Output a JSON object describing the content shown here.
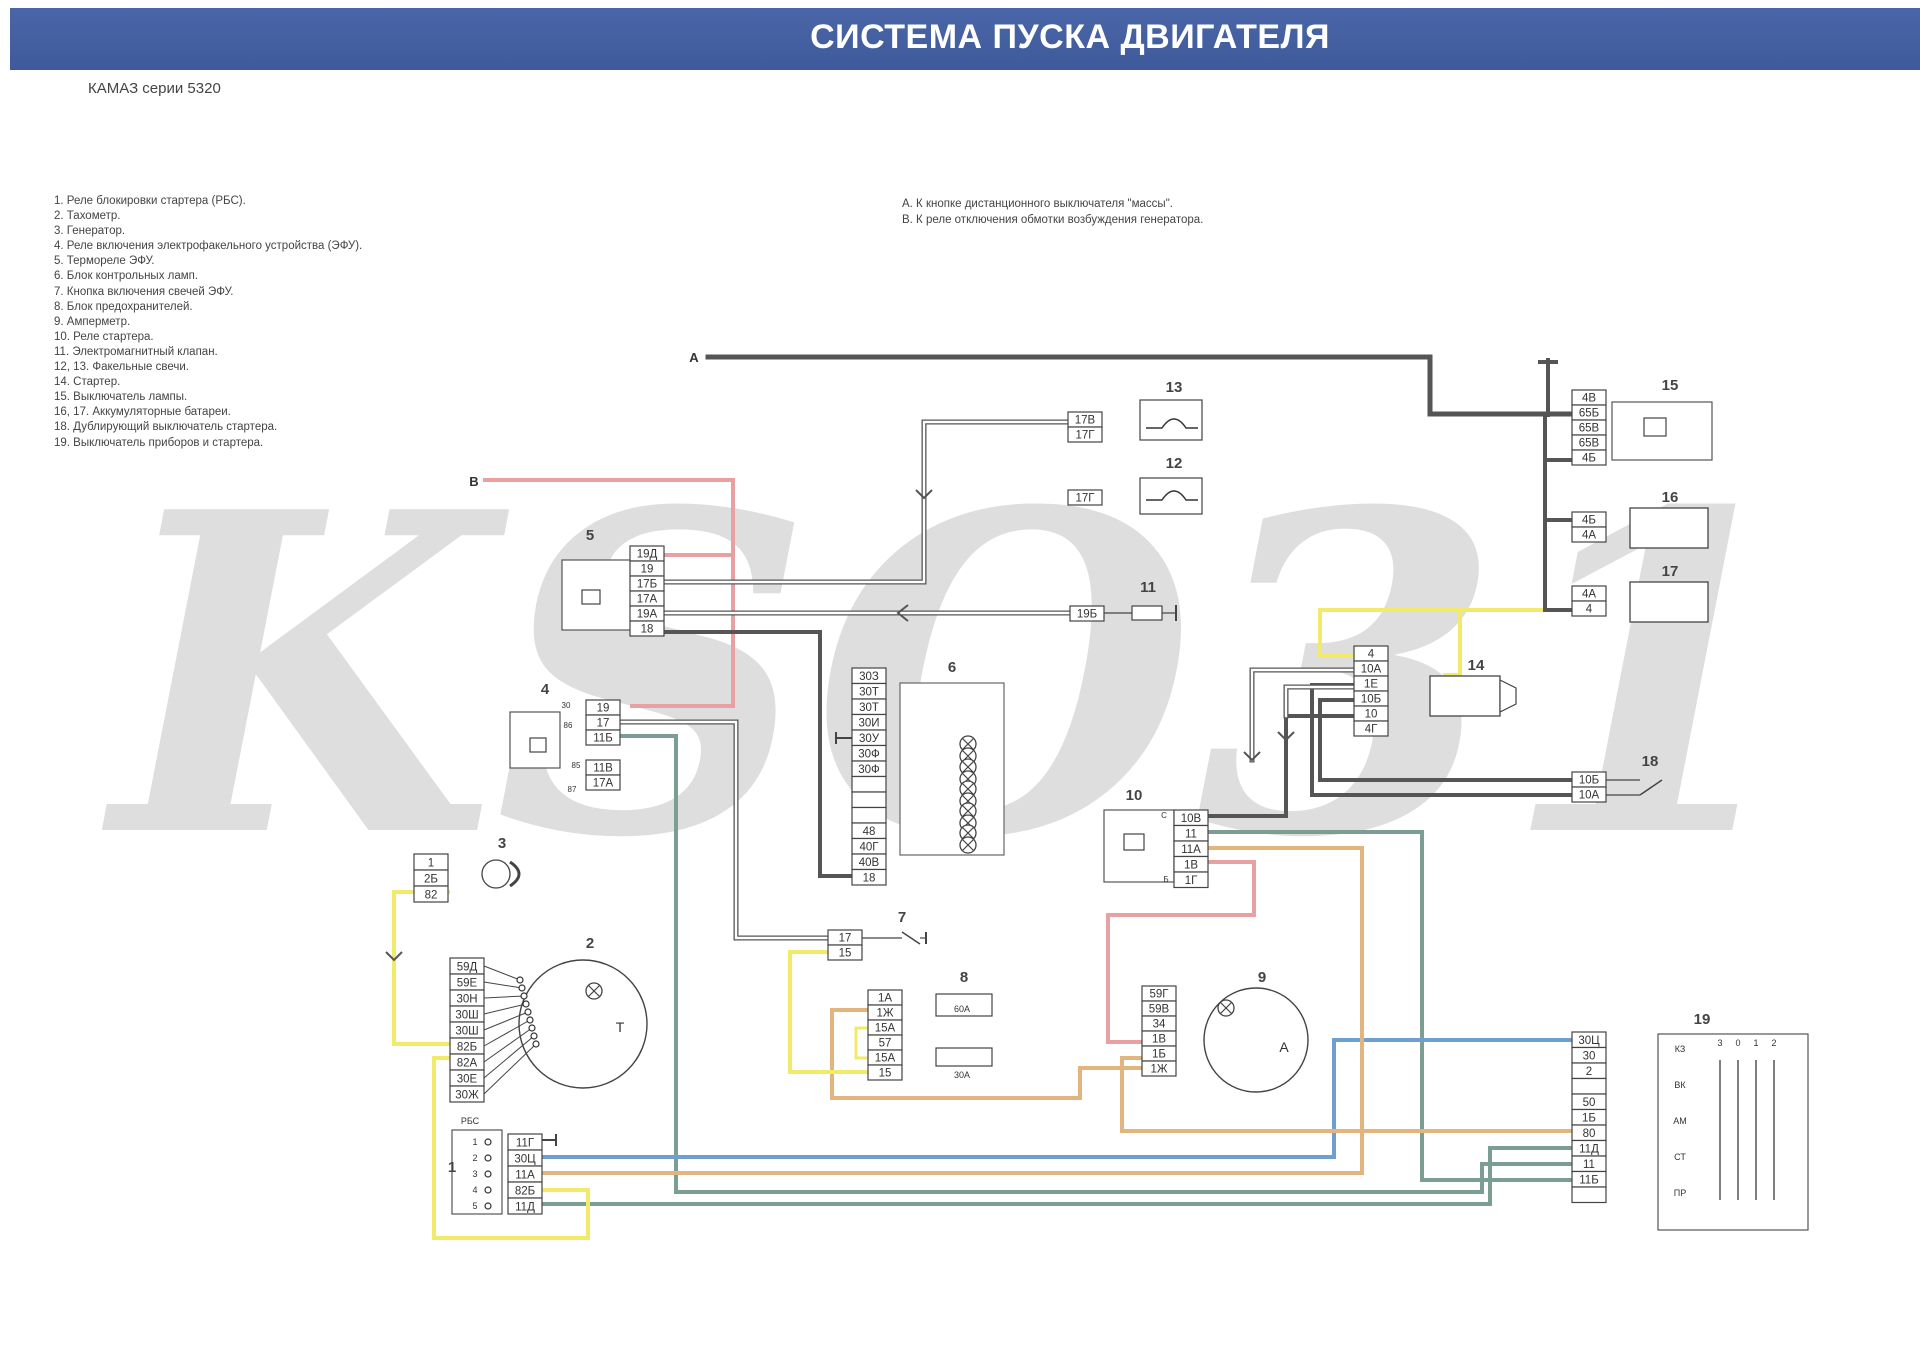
{
  "header": {
    "title": "СИСТЕМА ПУСКА ДВИГАТЕЛЯ"
  },
  "subtitle": "КАМАЗ серии 5320",
  "legend": [
    "1. Реле блокировки стартера (РБС).",
    "2. Тахометр.",
    "3. Генератор.",
    "4. Реле включения электрофакельного устройства (ЭФУ).",
    "5. Термореле ЭФУ.",
    "6. Блок контрольных ламп.",
    "7. Кнопка включения свечей ЭФУ.",
    "8. Блок предохранителей.",
    "9. Амперметр.",
    "10. Реле стартера.",
    "11. Электромагнитный клапан.",
    "12, 13. Факельные свечи.",
    "14. Стартер.",
    "15. Выключатель лампы.",
    "16, 17. Аккумуляторные батареи.",
    "18. Дублирующий выключатель стартера.",
    "19. Выключатель приборов и стартера."
  ],
  "notes": [
    "А. К кнопке дистанционного выключателя \"массы\".",
    "В. К реле отключения обмотки возбуждения генератора."
  ],
  "watermark": "KSO31",
  "wire_labels": {
    "A": "А",
    "B": "В"
  },
  "components": {
    "c1": {
      "num": "1",
      "tag": "РБС",
      "pins": [
        "1",
        "2",
        "3",
        "4",
        "5"
      ],
      "terminals": [
        "11Г",
        "30Ц",
        "11А",
        "82Б",
        "11Д"
      ]
    },
    "c2": {
      "num": "2",
      "terminals": [
        "59Д",
        "59Е",
        "30Н",
        "30Ш",
        "30Ш",
        "82Б",
        "82А",
        "30Е",
        "30Ж"
      ],
      "symbol": "T"
    },
    "c3": {
      "num": "3",
      "terminals": [
        "1",
        "2Б",
        "82"
      ]
    },
    "c4": {
      "num": "4",
      "terminals": [
        "19",
        "17",
        "11Б",
        "11В",
        "17А"
      ],
      "pins": [
        "30",
        "86",
        "85",
        "87"
      ]
    },
    "c5": {
      "num": "5",
      "terminals": [
        "19Д",
        "19",
        "17Б",
        "17А",
        "19А",
        "18"
      ]
    },
    "c6": {
      "num": "6",
      "terminals": [
        "30З",
        "30Т",
        "30Т",
        "30И",
        "30У",
        "30Ф",
        "30Ф",
        "",
        "",
        "",
        "48",
        "40Г",
        "40В",
        "18"
      ]
    },
    "c7": {
      "num": "7",
      "terminals": [
        "17",
        "15"
      ]
    },
    "c8": {
      "num": "8",
      "terminals": [
        "1А",
        "1Ж",
        "15А",
        "57",
        "15А",
        "15"
      ],
      "fuses": [
        "60А",
        "30А"
      ]
    },
    "c9": {
      "num": "9",
      "terminals": [
        "59Г",
        "59В",
        "34",
        "1В",
        "1Б",
        "1Ж"
      ],
      "symbol": "А"
    },
    "c10": {
      "num": "10",
      "terminals": [
        "10В",
        "11",
        "11А",
        "1В",
        "1Г"
      ],
      "pins": [
        "С",
        "Б"
      ]
    },
    "c11": {
      "num": "11",
      "terminals": [
        "19Б"
      ]
    },
    "c12": {
      "num": "12",
      "terminals": [
        "17Г"
      ]
    },
    "c13": {
      "num": "13",
      "terminals": [
        "17В",
        "17Г"
      ]
    },
    "c14": {
      "num": "14",
      "terminals": [
        "4",
        "10А",
        "1Е",
        "10Б",
        "10",
        "4Г"
      ]
    },
    "c15": {
      "num": "15",
      "terminals": [
        "4В",
        "65Б",
        "65В",
        "65В",
        "4Б"
      ]
    },
    "c16": {
      "num": "16",
      "terminals": [
        "4Б",
        "4А"
      ]
    },
    "c17": {
      "num": "17",
      "terminals": [
        "4А",
        "4"
      ]
    },
    "c18": {
      "num": "18",
      "terminals": [
        "10Б",
        "10А"
      ]
    },
    "c19": {
      "num": "19",
      "terminals": [
        "30Ц",
        "30",
        "2",
        "",
        "50",
        "1Б",
        "80",
        "11Д",
        "11",
        "11Б",
        ""
      ],
      "positions": [
        "КЗ",
        "ВК",
        "АМ",
        "СТ",
        "ПР"
      ],
      "columns": [
        "3",
        "0",
        "1",
        "2"
      ]
    }
  },
  "colors": {
    "header_bg": "#4560a0",
    "wire_dark": "#555555",
    "wire_pink": "#e8a0a0",
    "wire_yellow": "#f2ea6a",
    "wire_orange": "#e2b47e",
    "wire_blue": "#6f9fd2",
    "wire_green": "#7a9e92",
    "watermark": "#dedede"
  }
}
